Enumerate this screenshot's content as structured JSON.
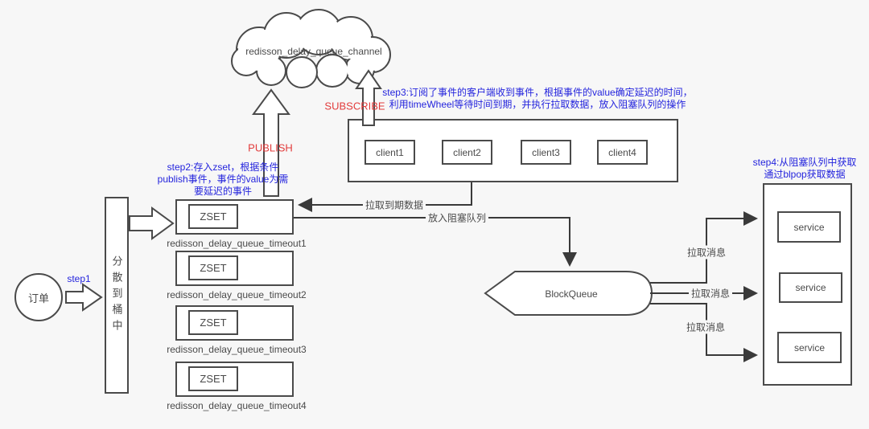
{
  "cloud": {
    "label": "redisson_delay_queue_channel"
  },
  "pubsub": {
    "publish": "PUBLISH",
    "subscribe": "SUBSCRIBE"
  },
  "annotations": {
    "step1": "step1",
    "step2": [
      "step2:存入zset，根据条件",
      "publish事件，事件的value为需",
      "要延迟的事件"
    ],
    "step3": [
      "step3:订阅了事件的客户端收到事件，根据事件的value确定延迟的时间，",
      "利用timeWheel等待时间到期，并执行拉取数据，放入阻塞队列的操作"
    ],
    "step4": [
      "step4:从阻塞队列中获取",
      "通过blpop获取数据"
    ]
  },
  "edges": {
    "pull_expired": "拉取到期数据",
    "enqueue": "放入阻塞队列",
    "pull_msg_1": "拉取消息",
    "pull_msg_2": "拉取消息",
    "pull_msg_3": "拉取消息"
  },
  "order": {
    "label": "订单"
  },
  "dispatch": {
    "label": "分散到桶中"
  },
  "zsets": [
    {
      "badge": "ZSET",
      "name": "redisson_delay_queue_timeout1"
    },
    {
      "badge": "ZSET",
      "name": "redisson_delay_queue_timeout2"
    },
    {
      "badge": "ZSET",
      "name": "redisson_delay_queue_timeout3"
    },
    {
      "badge": "ZSET",
      "name": "redisson_delay_queue_timeout4"
    }
  ],
  "clients": [
    {
      "label": "client1"
    },
    {
      "label": "client2"
    },
    {
      "label": "client3"
    },
    {
      "label": "client4"
    }
  ],
  "block_queue": {
    "label": "BlockQueue"
  },
  "services": [
    {
      "label": "service"
    },
    {
      "label": "service"
    },
    {
      "label": "service"
    }
  ],
  "colors": {
    "line": "#4a4a4a",
    "step_text": "#2424dd",
    "pubsub_text": "#e23b3b",
    "background": "#f7f7f7",
    "shape_fill": "#ffffff"
  }
}
